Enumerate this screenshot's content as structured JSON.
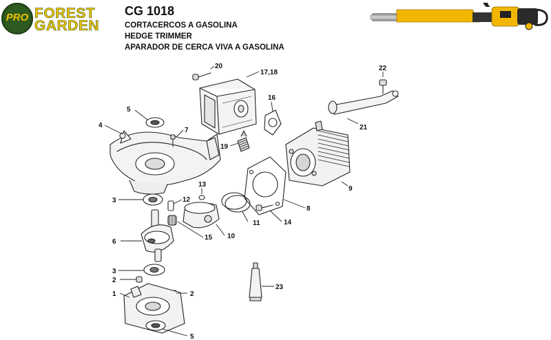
{
  "brand": {
    "pro": "PRO",
    "line1": "FOREST",
    "line2": "GARDEN"
  },
  "header": {
    "model": "CG 1018",
    "lines": [
      "CORTACERCOS A GASOLINA",
      "HEDGE TRIMMER",
      "APARADOR DE CERCA VIVA A GASOLINA"
    ]
  },
  "parts": [
    {
      "id": "part-20",
      "label": "20"
    },
    {
      "id": "part-17-18",
      "label": "17,18"
    },
    {
      "id": "part-16",
      "label": "16"
    },
    {
      "id": "part-22",
      "label": "22"
    },
    {
      "id": "part-5-top",
      "label": "5"
    },
    {
      "id": "part-4",
      "label": "4"
    },
    {
      "id": "part-7",
      "label": "7"
    },
    {
      "id": "part-21",
      "label": "21"
    },
    {
      "id": "part-19",
      "label": "19"
    },
    {
      "id": "part-9",
      "label": "9"
    },
    {
      "id": "part-13",
      "label": "13"
    },
    {
      "id": "part-3-top",
      "label": "3"
    },
    {
      "id": "part-12",
      "label": "12"
    },
    {
      "id": "part-8",
      "label": "8"
    },
    {
      "id": "part-11",
      "label": "11"
    },
    {
      "id": "part-14",
      "label": "14"
    },
    {
      "id": "part-6",
      "label": "6"
    },
    {
      "id": "part-15",
      "label": "15"
    },
    {
      "id": "part-10",
      "label": "10"
    },
    {
      "id": "part-3-bottom",
      "label": "3"
    },
    {
      "id": "part-2-left",
      "label": "2"
    },
    {
      "id": "part-23",
      "label": "23"
    },
    {
      "id": "part-1",
      "label": "1"
    },
    {
      "id": "part-2-right",
      "label": "2"
    },
    {
      "id": "part-5-bottom",
      "label": "5"
    }
  ],
  "colors": {
    "product_yellow": "#f2b600",
    "logo_green": "#2d5a1f",
    "line": "#222222"
  }
}
